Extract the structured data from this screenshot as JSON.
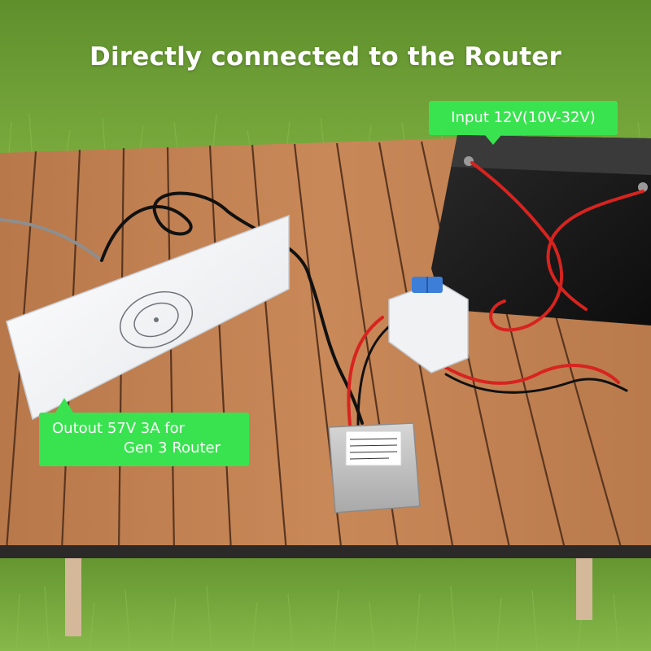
{
  "headline": "Directly connected to the Router",
  "callouts": {
    "input": "Input 12V(10V-32V)",
    "output_line1": "Outout 57V 3A for",
    "output_line2": "Gen 3 Router"
  },
  "colors": {
    "callout_bg": "#39e34f",
    "callout_text": "#ffffff",
    "headline_text": "#ffffff"
  }
}
